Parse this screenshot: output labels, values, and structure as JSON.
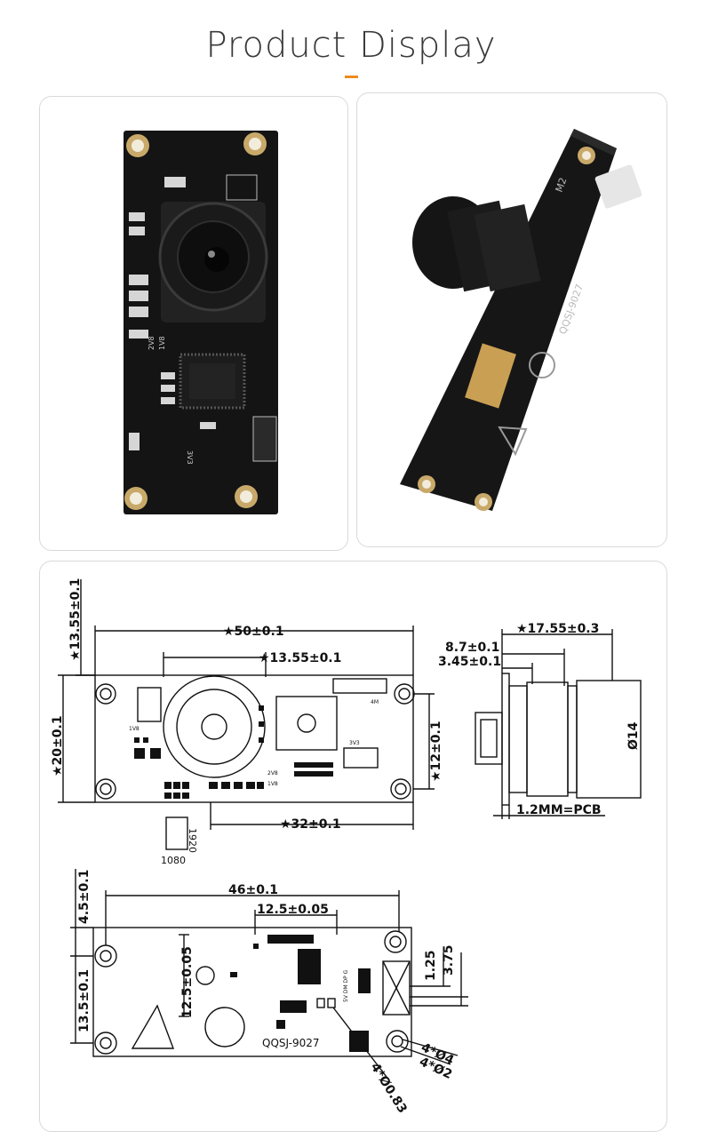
{
  "header": {
    "title": "Product Display"
  },
  "top_photos": {
    "front": {
      "board_labels": [
        "2V8",
        "1V8",
        "3V3"
      ]
    },
    "angled": {
      "board_labels": [
        "M2",
        "QQSJ-9027"
      ]
    }
  },
  "front_drawing": {
    "dim_width": "★50±0.1",
    "dim_lens": "★13.55±0.1",
    "dim_lens_side": "★13.55±0.1",
    "dim_height": "★20±0.1",
    "dim_hole_span_v": "★12±0.1",
    "dim_hole_span_h": "★32±0.1",
    "silk_1v8": "1V8",
    "silk_3v3": "3V3",
    "silk_4m": "4M",
    "silk_2v8": "2V8",
    "silk_1v8b": "1V8",
    "res_w": "1920",
    "res_h": "1080"
  },
  "side_drawing": {
    "dim_depth": "★17.55±0.3",
    "dim_a": "8.7±0.1",
    "dim_b": "3.45±0.1",
    "dim_dia": "Ø14",
    "pcb_note": "1.2MM=PCB"
  },
  "back_drawing": {
    "dim_width": "46±0.1",
    "dim_top": "4.5±0.1",
    "dim_pad_h": "12.5±0.05",
    "dim_pad_v": "12.5±0.05",
    "dim_left": "13.5±0.1",
    "dim_125": "1.25",
    "dim_375": "3.75",
    "dim_hole4": "4*Ø4",
    "dim_hole2": "4*Ø2",
    "dim_pad": "4*Ø0.83",
    "model": "QQSJ-9027",
    "pin_labels": "5V DM DP G"
  }
}
